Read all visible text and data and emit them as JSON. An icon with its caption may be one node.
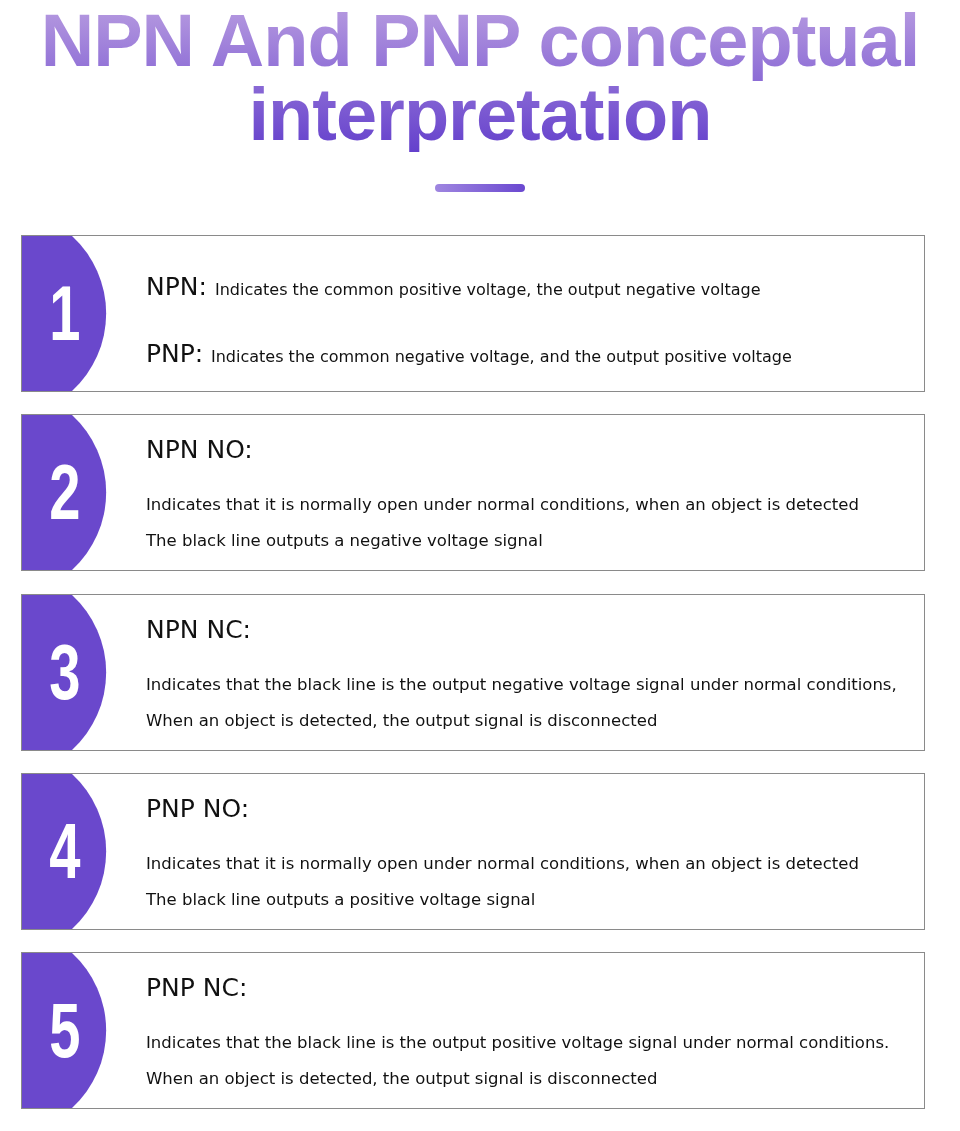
{
  "diagram": {
    "title": "NPN And PNP conceptual interpretation",
    "nodes": [
      {
        "text": [
          "1",
          "NPN:",
          "Indicates the common positive voltage, the output negative voltage",
          "PNP:",
          "Indicates the common negative voltage, and the output positive voltage"
        ]
      },
      {
        "text": [
          "2",
          "NPN NO:",
          "Indicates that it is normally open under normal conditions, when an object is detected",
          "The black line outputs a negative voltage signal"
        ]
      },
      {
        "text": [
          "3",
          "NPN NC:",
          "Indicates that the black line is the output negative voltage signal under normal conditions,",
          "When an object is detected, the output signal is disconnected"
        ]
      },
      {
        "text": [
          "4",
          "PNP NO:",
          "Indicates that it is normally open under normal conditions, when an object is detected",
          "The black line outputs a positive voltage signal"
        ]
      },
      {
        "text": [
          "5",
          "PNP NC:",
          "Indicates that the black line is the output positive voltage signal under normal conditions.",
          "When an object is detected, the output signal is disconnected"
        ]
      }
    ],
    "edges": []
  }
}
